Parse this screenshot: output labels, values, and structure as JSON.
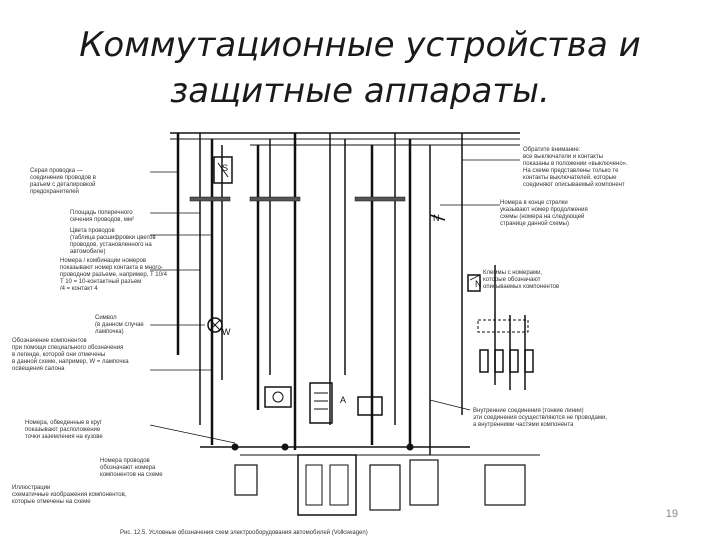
{
  "slide": {
    "title_line1": "Коммутационные устройства и",
    "title_line2": "защитные аппараты.",
    "page_number": "19"
  },
  "diagram": {
    "left_notes": [
      "Серая проводка —\nсоединение проводов в\nразъем с деталировкой\nпредохранителей",
      "Площадь поперечного\nсечения проводов, мм²",
      "Цвета проводов\n(таблица расшифровки цветов\nпроводов, установленного на\nавтомобиле)",
      "Номера / комбинации номеров\nпоказывают номер контакта в много-\nпроводном разъеме, например, T 10/4\nT 10 = 10-контактный разъем\n/4 = контакт 4",
      "Символ\n(в данном случае\nлампочка)",
      "Обозначение компонентов\nпри помощи специального обозначения\nв легенде, которой они отмечены\nв данной схеме, например, W = лампочка\nосвещения салона",
      "Номера, обведенные в круг\nпоказывают расположение\nточки заземления на кузове",
      "Номера проводов\nобозначают номера\nкомпонентов на схеме",
      "Иллюстрации\nсхематичные изображения компонентов,\nкоторые отмечены на схеме"
    ],
    "right_notes": [
      "Обратите внимание:\nвсе выключатели и контакты\nпоказаны в положении «выключено».\nНа схеме представлены только те\nконтакты выключателей, которые\nсоединяют описываемый компонент",
      "Номера в конце стрелки\nуказывают номер продолжения\nсхемы (номера на следующей\nстранице данной схемы)",
      "Клеммы с номерами,\nкоторые обозначают\nописываемых компонентов",
      "Внутренние соединения (тонкие линии)\nэти соединения осуществляются не проводами,\nа внутренними частями компонента"
    ],
    "caption": "Рис. 12.5. Условные обозначения схем электрооборудования автомобилей (Volkswagen)"
  }
}
